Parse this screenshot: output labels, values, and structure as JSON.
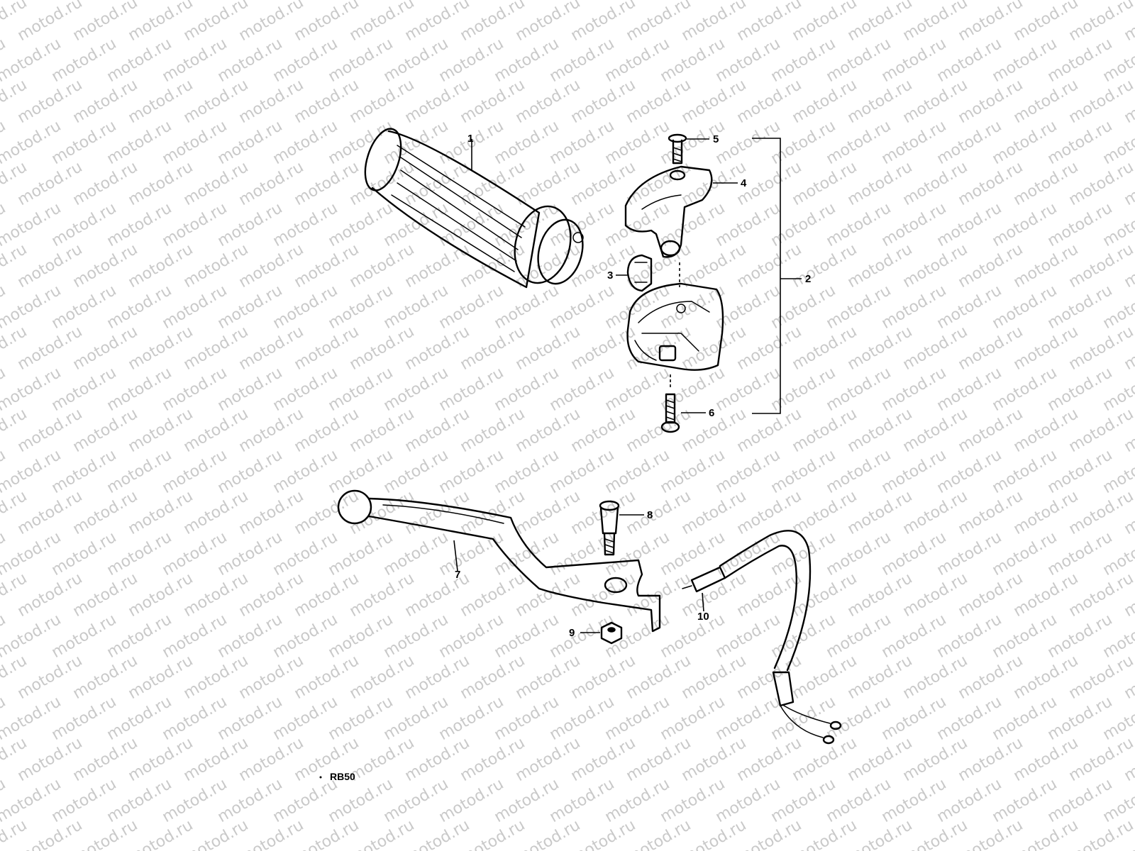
{
  "watermark": {
    "text": "motod.ru",
    "color": "#c9c9c9"
  },
  "parts": [
    {
      "id": "grip",
      "label": "1"
    },
    {
      "id": "switch-assembly",
      "label": "2"
    },
    {
      "id": "clamp",
      "label": "3"
    },
    {
      "id": "switch-cover",
      "label": "4"
    },
    {
      "id": "screw-top",
      "label": "5"
    },
    {
      "id": "screw-bottom",
      "label": "6"
    },
    {
      "id": "lever",
      "label": "7"
    },
    {
      "id": "pivot-bolt",
      "label": "8"
    },
    {
      "id": "nut",
      "label": "9"
    },
    {
      "id": "switch-cable",
      "label": "10"
    }
  ],
  "code": "RB50"
}
